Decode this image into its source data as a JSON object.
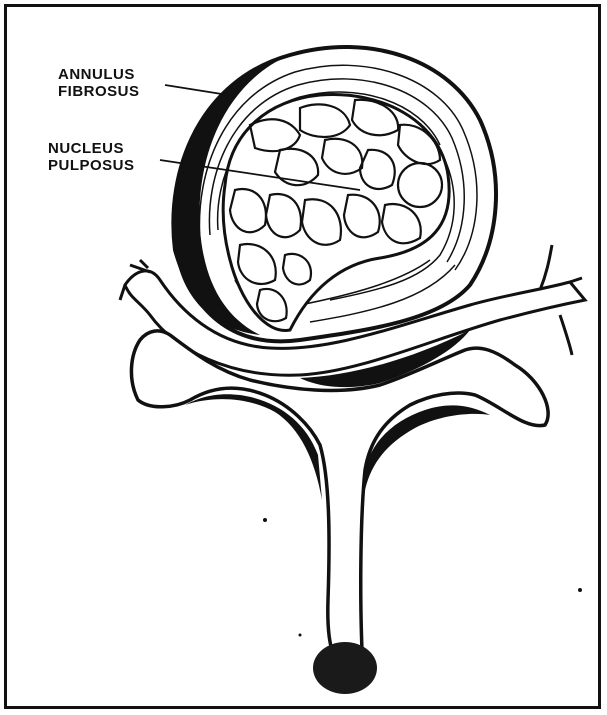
{
  "labels": {
    "annulus": {
      "line1": "ANNULUS",
      "line2": "FIBROSUS"
    },
    "nucleus": {
      "line1": "NUCLEUS",
      "line2": "PULPOSUS"
    }
  },
  "colors": {
    "ink": "#111111",
    "paper": "#ffffff"
  }
}
